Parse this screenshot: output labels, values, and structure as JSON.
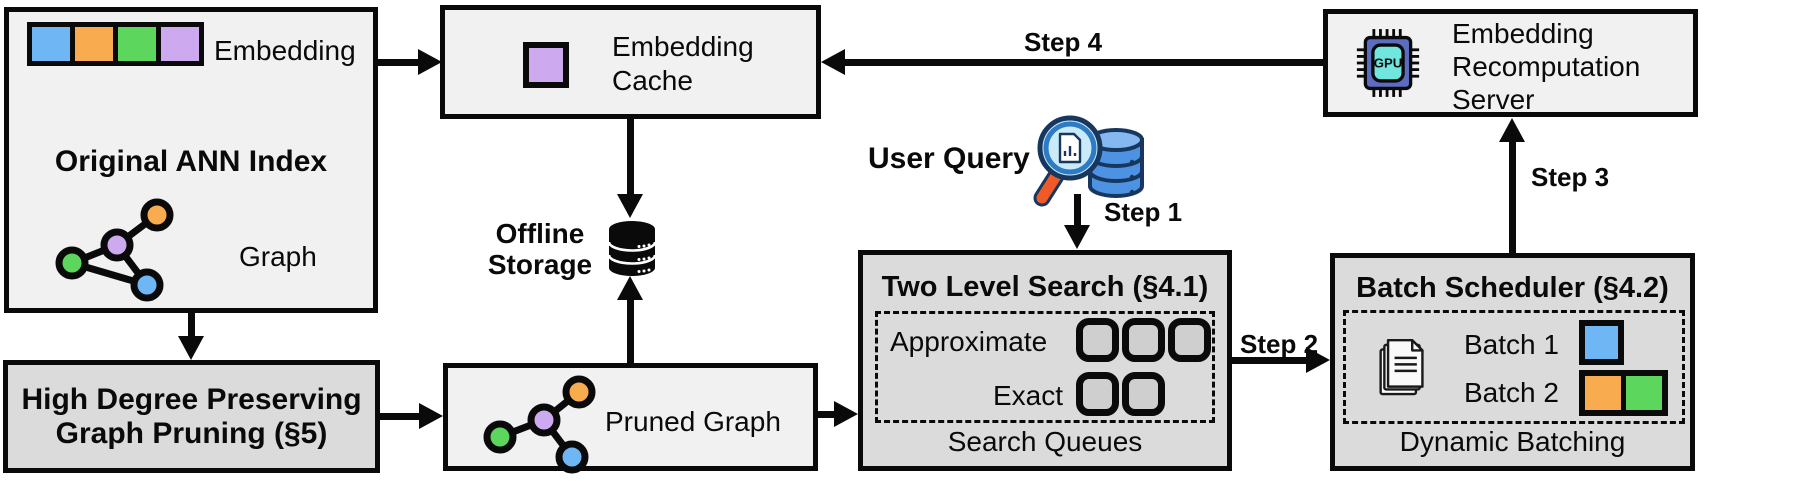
{
  "ann_index": {
    "title": "Original ANN Index",
    "embedding_label": "Embedding",
    "graph_label": "Graph",
    "embedding_colors": [
      "#6FB7F4",
      "#F8AC4F",
      "#5CD65C",
      "#CDA9EF"
    ]
  },
  "embedding_cache": {
    "label": "Embedding Cache"
  },
  "offline_storage": {
    "label": "Offline Storage"
  },
  "user_query": {
    "label": "User Query"
  },
  "recomputation_server": {
    "label": "Embedding Recomputation Server",
    "chip_label": "GPU"
  },
  "graph_pruning": {
    "title": "High Degree Preserving Graph Pruning (§5)"
  },
  "pruned_graph": {
    "label": "Pruned Graph"
  },
  "two_level_search": {
    "title": "Two Level Search (§4.1)",
    "approximate_label": "Approximate",
    "approximate_slots": 3,
    "exact_label": "Exact",
    "exact_slots": 2,
    "footer": "Search Queues"
  },
  "batch_scheduler": {
    "title": "Batch Scheduler (§4.2)",
    "batch1_label": "Batch 1",
    "batch1_colors": [
      "#6FB7F4"
    ],
    "batch2_label": "Batch 2",
    "batch2_colors": [
      "#F8AC4F",
      "#5CD65C"
    ],
    "footer": "Dynamic Batching"
  },
  "steps": {
    "step1": "Step 1",
    "step2": "Step 2",
    "step3": "Step 3",
    "step4": "Step 4"
  },
  "colors": {
    "blue": "#6FB7F4",
    "orange": "#F8AC4F",
    "green": "#5CD65C",
    "purple": "#CDA9EF",
    "light_box": "#F1F1F1",
    "dark_box": "#DBDBDB",
    "queue_slot": "#CFCFCF",
    "gpu_body": "#5C6CC0",
    "gpu_core": "#70E6DE",
    "query_db": "#4D92E3",
    "magnifier_handle": "#F05A28"
  }
}
